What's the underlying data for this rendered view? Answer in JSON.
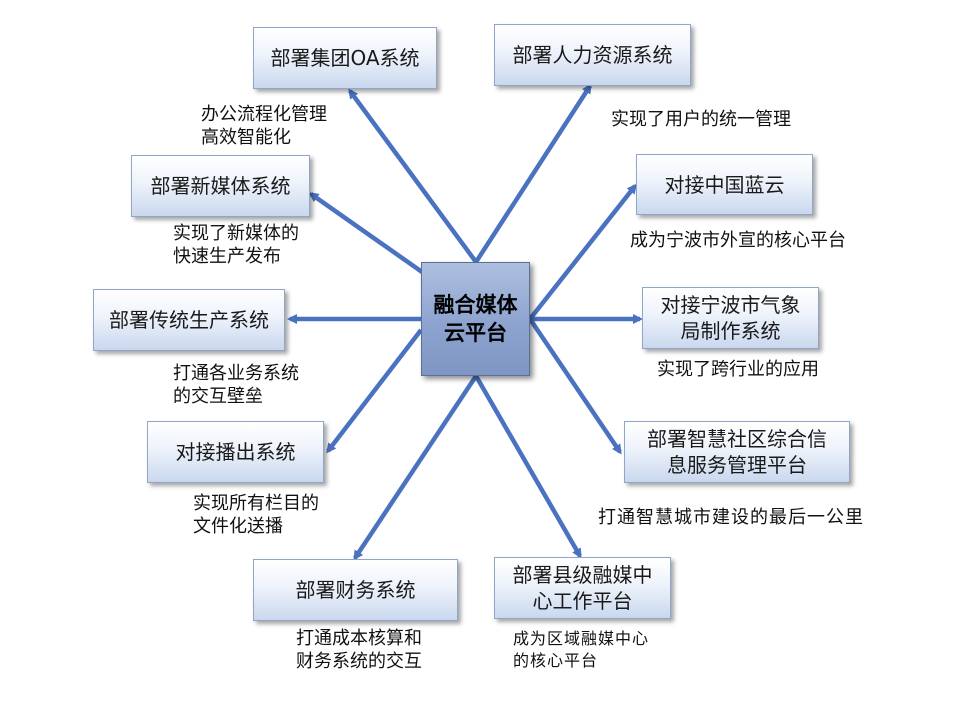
{
  "center": {
    "label": "融合媒体\n云平台"
  },
  "nodes": [
    {
      "id": "oa",
      "label": "部署集团OA系统",
      "note": "办公流程化管理\n高效智能化"
    },
    {
      "id": "hr",
      "label": "部署人力资源系统",
      "note": "实现了用户的统一管理"
    },
    {
      "id": "newmedia",
      "label": "部署新媒体系统",
      "note": "实现了新媒体的\n快速生产发布"
    },
    {
      "id": "bluecloud",
      "label": "对接中国蓝云",
      "note": "成为宁波市外宣的核心平台"
    },
    {
      "id": "traditional",
      "label": "部署传统生产系统",
      "note": "打通各业务系统\n的交互壁垒"
    },
    {
      "id": "weather",
      "label": "对接宁波市气象\n局制作系统",
      "note": "实现了跨行业的应用"
    },
    {
      "id": "broadcast",
      "label": "对接播出系统",
      "note": "实现所有栏目的\n文件化送播"
    },
    {
      "id": "community",
      "label": "部署智慧社区综合信\n息服务管理平台",
      "note": "打通智慧城市建设的最后一公里"
    },
    {
      "id": "finance",
      "label": "部署财务系统",
      "note": "打通成本核算和\n财务系统的交互"
    },
    {
      "id": "county",
      "label": "部署县级融媒中\n心工作平台",
      "note": "成为区域融媒中心\n的核心平台"
    }
  ],
  "colors": {
    "arrow": "#4a72c0",
    "center_fill": "#8da3cf",
    "node_border": "#8fa6c8"
  }
}
